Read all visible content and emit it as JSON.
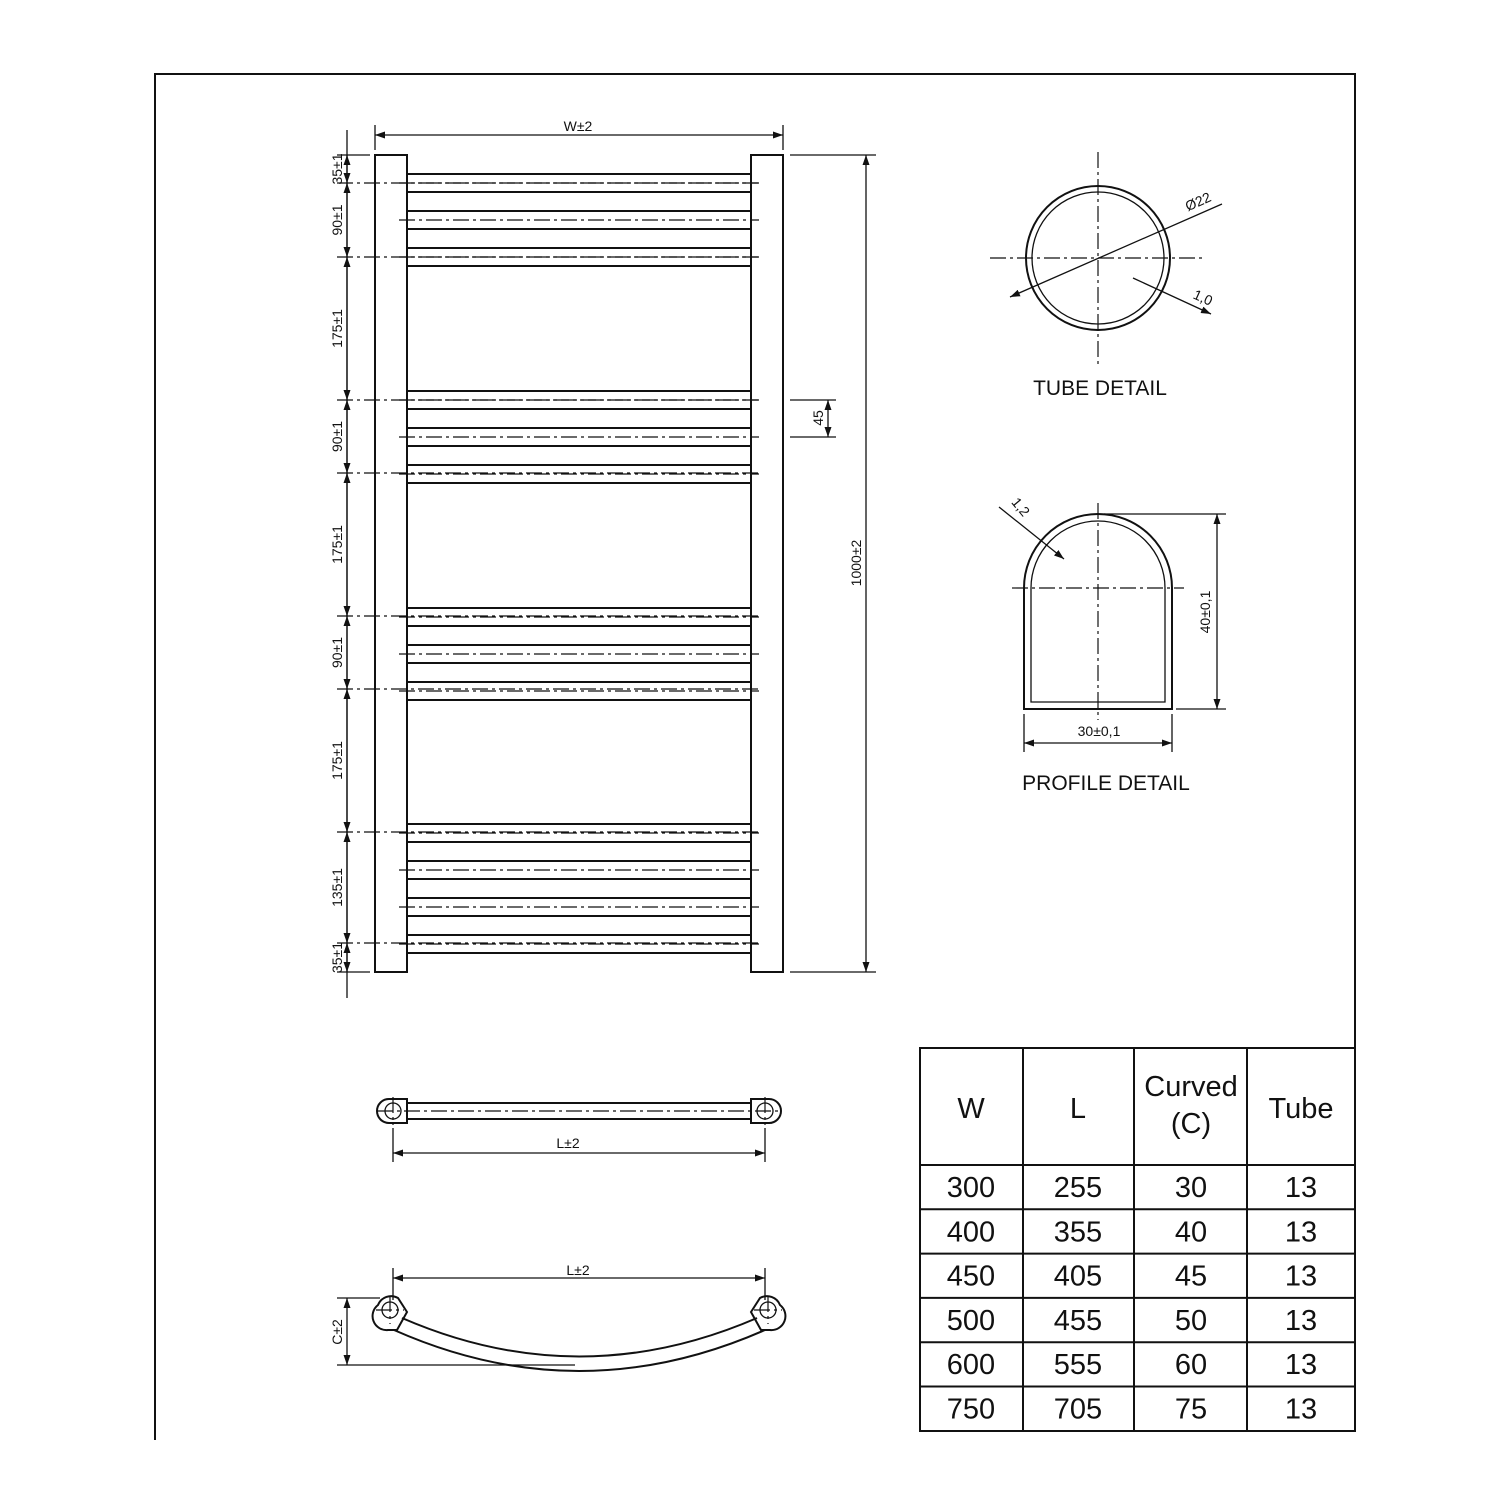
{
  "front_view": {
    "width_label": "W±2",
    "height_label": "1000±2",
    "spacing_labels": [
      "35±1",
      "90±1",
      "175±1",
      "90±1",
      "175±1",
      "90±1",
      "175±1",
      "135±1",
      "35±1"
    ],
    "offset_label": "45"
  },
  "tube_detail": {
    "diameter_label": "Ø22",
    "wall_label": "1,0",
    "caption": "TUBE DETAIL"
  },
  "profile_detail": {
    "wall_label": "1,2",
    "height_label": "40±0,1",
    "width_label": "30±0,1",
    "caption": "PROFILE DETAIL"
  },
  "plan_view": {
    "length_label": "L±2"
  },
  "curved_view": {
    "length_label": "L±2",
    "curve_label": "C±2"
  },
  "size_table": {
    "headers": [
      "W",
      "L",
      "Curved",
      "(C)",
      "Tube"
    ],
    "rows": [
      [
        "300",
        "255",
        "30",
        "13"
      ],
      [
        "400",
        "355",
        "40",
        "13"
      ],
      [
        "450",
        "405",
        "45",
        "13"
      ],
      [
        "500",
        "455",
        "50",
        "13"
      ],
      [
        "600",
        "555",
        "60",
        "13"
      ],
      [
        "750",
        "705",
        "75",
        "13"
      ]
    ]
  }
}
